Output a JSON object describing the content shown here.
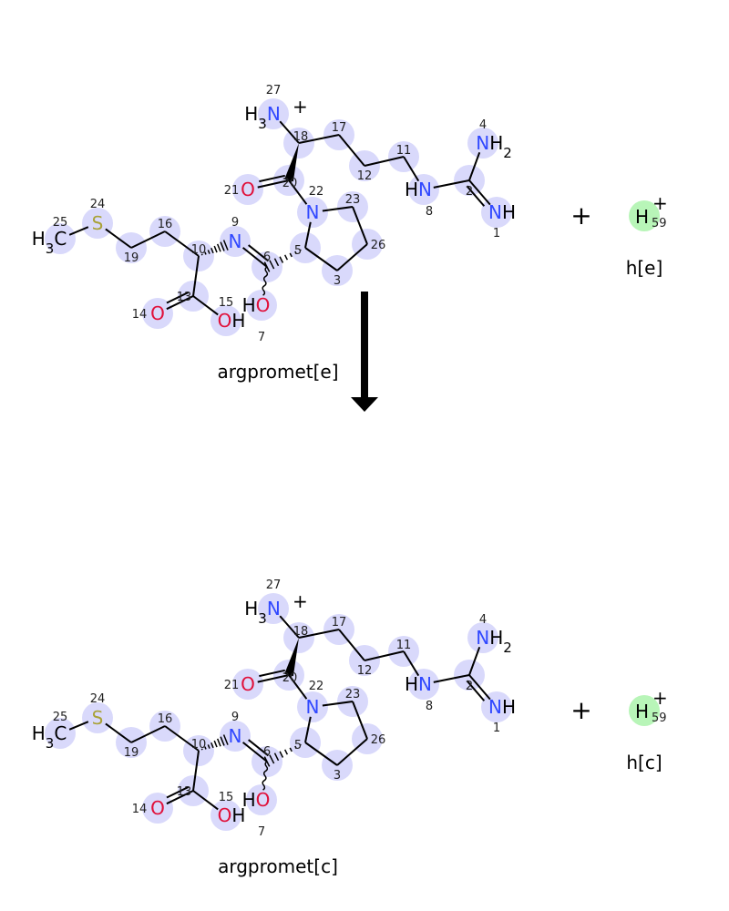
{
  "colors": {
    "highlight": "#d9d9fb",
    "proton_highlight": "#b8f5b8",
    "N": "#3048ff",
    "O": "#e0103a",
    "S": "#a9a238",
    "bond": "#000000"
  },
  "reaction": {
    "plus_sign": "+",
    "arrow": "down-arrow",
    "reactants": {
      "molecule_name": "argpromet[e]",
      "proton_name": "h[e]"
    },
    "products": {
      "molecule_name": "argpromet[c]",
      "proton_name": "h[c]"
    },
    "proton": {
      "label": "H",
      "charge": "+",
      "number": "59"
    }
  },
  "molecule": {
    "atoms": [
      {
        "id": "27",
        "el": "N",
        "pre": "H3",
        "post": "",
        "charge": "+"
      },
      {
        "id": "18",
        "el": "C"
      },
      {
        "id": "17",
        "el": "C"
      },
      {
        "id": "12",
        "el": "C"
      },
      {
        "id": "11",
        "el": "C"
      },
      {
        "id": "8",
        "el": "N",
        "pre": "H",
        "post": ""
      },
      {
        "id": "2",
        "el": "C"
      },
      {
        "id": "4",
        "el": "N",
        "pre": "",
        "post": "H2"
      },
      {
        "id": "1",
        "el": "N",
        "pre": "",
        "post": "H"
      },
      {
        "id": "20",
        "el": "C"
      },
      {
        "id": "21",
        "el": "O",
        "pre": "",
        "post": ""
      },
      {
        "id": "22",
        "el": "N",
        "pre": "",
        "post": ""
      },
      {
        "id": "23",
        "el": "C"
      },
      {
        "id": "26",
        "el": "C"
      },
      {
        "id": "3",
        "el": "C"
      },
      {
        "id": "5",
        "el": "C"
      },
      {
        "id": "6",
        "el": "C"
      },
      {
        "id": "9",
        "el": "N",
        "pre": "",
        "post": ""
      },
      {
        "id": "10",
        "el": "C"
      },
      {
        "id": "7",
        "el": "O",
        "pre": "H",
        "post": ""
      },
      {
        "id": "13",
        "el": "C"
      },
      {
        "id": "14",
        "el": "O",
        "pre": "",
        "post": ""
      },
      {
        "id": "15",
        "el": "O",
        "pre": "",
        "post": "H"
      },
      {
        "id": "16",
        "el": "C"
      },
      {
        "id": "19",
        "el": "C"
      },
      {
        "id": "24",
        "el": "S",
        "pre": "",
        "post": ""
      },
      {
        "id": "25",
        "el": "C",
        "pre": "H3",
        "post": "",
        "shown": true
      }
    ],
    "bonds": [
      [
        "27",
        "18",
        "single"
      ],
      [
        "18",
        "17",
        "single"
      ],
      [
        "17",
        "12",
        "single"
      ],
      [
        "12",
        "11",
        "single"
      ],
      [
        "11",
        "8",
        "single"
      ],
      [
        "8",
        "2",
        "single"
      ],
      [
        "2",
        "4",
        "single"
      ],
      [
        "2",
        "1",
        "double"
      ],
      [
        "18",
        "20",
        "wedge"
      ],
      [
        "20",
        "21",
        "double"
      ],
      [
        "20",
        "22",
        "single"
      ],
      [
        "22",
        "23",
        "single"
      ],
      [
        "23",
        "26",
        "single"
      ],
      [
        "26",
        "3",
        "single"
      ],
      [
        "3",
        "5",
        "single"
      ],
      [
        "5",
        "22",
        "single"
      ],
      [
        "5",
        "6",
        "hash"
      ],
      [
        "6",
        "9",
        "double"
      ],
      [
        "10",
        "9",
        "hash"
      ],
      [
        "10",
        "16",
        "single"
      ],
      [
        "16",
        "19",
        "single"
      ],
      [
        "19",
        "24",
        "single"
      ],
      [
        "24",
        "25",
        "single"
      ],
      [
        "10",
        "13",
        "single"
      ],
      [
        "13",
        "14",
        "double"
      ],
      [
        "13",
        "15",
        "single"
      ],
      [
        "6",
        "7",
        "wavy"
      ]
    ]
  }
}
